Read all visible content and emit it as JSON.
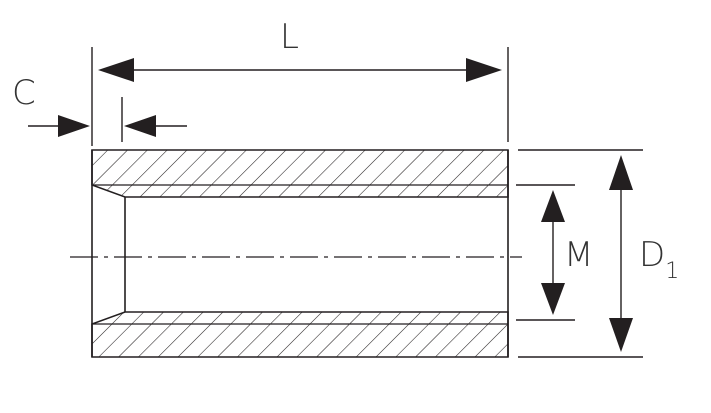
{
  "labels": {
    "length": "L",
    "chamfer": "C",
    "thread": "M",
    "outer_diameter": "D",
    "outer_diameter_subscript": "1"
  },
  "colors": {
    "line": "#231f20",
    "text": "#333333",
    "background": "#ffffff"
  }
}
